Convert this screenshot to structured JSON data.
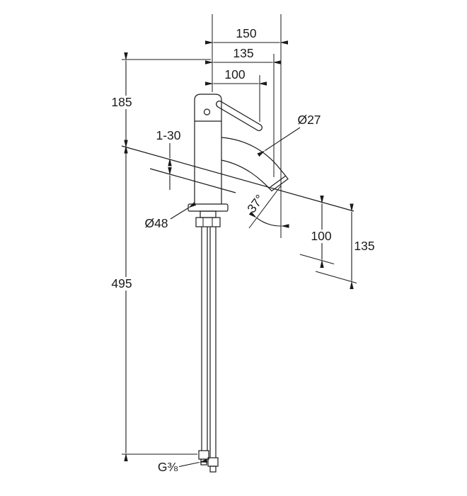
{
  "drawing": {
    "type": "technical-dimension-drawing",
    "subject": "single-lever basin mixer faucet",
    "colors": {
      "background": "#ffffff",
      "line": "#1a1a1a"
    },
    "dimensions": {
      "top_total": "150",
      "top_spout": "135",
      "top_handle": "100",
      "height_top": "185",
      "clamp_range": "1-30",
      "spout_diameter": "Ø27",
      "spout_angle": "37°",
      "right_outlet": "100",
      "right_total": "135",
      "base_diameter": "Ø48",
      "hose_length": "495",
      "thread": "G⅜"
    }
  }
}
